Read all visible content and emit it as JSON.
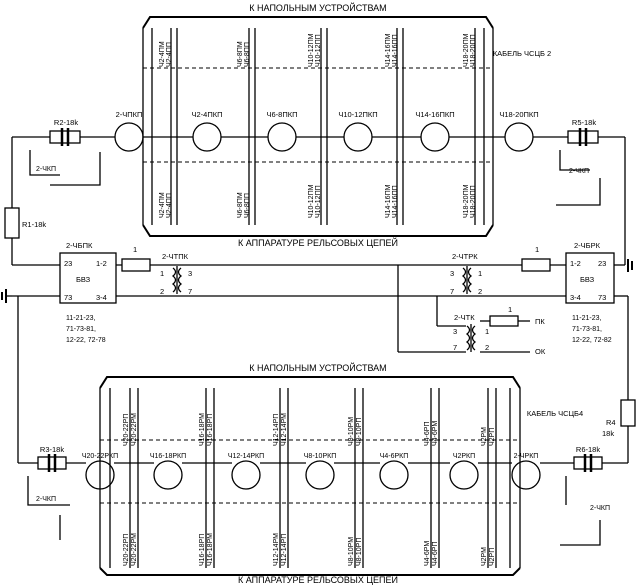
{
  "top_section": {
    "title": "К НАПОЛЬНЫМ УСТРОЙСТВАМ",
    "bottom_title": "К АППАРАТУРЕ РЕЛЬСОВЫХ ЦЕПЕЙ",
    "cable_label": "КАБЕЛЬ ЧСЦБ 2",
    "circles": [
      "2-ЧПКП",
      "Ч2-4ПКП",
      "Ч6-8ПКП",
      "Ч10-12ПКП",
      "Ч14-16ПКП",
      "Ч18-20ПКП"
    ],
    "top_leads": [
      [
        "Ч2-4ПМ",
        "Ч2-4ПП"
      ],
      [
        "Ч6-8ПМ",
        "Ч6-8ПП"
      ],
      [
        "Ч10-12ПМ",
        "Ч10-12ПП"
      ],
      [
        "Ч14-16ПМ",
        "Ч14-16ПП"
      ],
      [
        "Ч18-20ПМ",
        "Ч18-20ПП"
      ]
    ],
    "bottom_leads": [
      [
        "Ч2-4ПМ",
        "Ч2-4ПП"
      ],
      [
        "Ч6-8ПМ",
        "Ч6-8ПП"
      ],
      [
        "Ч10-12ПМ",
        "Ч10-12ПП"
      ],
      [
        "Ч14-16ПМ",
        "Ч14-16ПП"
      ],
      [
        "Ч18-20ПМ",
        "Ч18-20ПП"
      ]
    ]
  },
  "middle": {
    "r2": "R2-18k",
    "r5": "R5-18k",
    "r1": "R1-18k",
    "jumper_left": "2-ЧКП",
    "jumper_right": "2-ЧКП",
    "left_block_title": "2-ЧБПК",
    "right_block_title": "2-ЧБРК",
    "block_name": "БВЗ",
    "left_pins": [
      "23",
      "1-2",
      "73",
      "3-4"
    ],
    "right_pins": [
      "1-2",
      "23",
      "3-4",
      "73"
    ],
    "left_block_notes": [
      "11-21-23,",
      "71-73-81,",
      "12-22, 72-78"
    ],
    "right_block_notes": [
      "11-21-23,",
      "71-73-81,",
      "12-22, 72-82"
    ],
    "fuse_label": "1",
    "tr_left": {
      "name": "2-ЧТПК",
      "pins": [
        "1",
        "2",
        "3",
        "7"
      ]
    },
    "tr_right": {
      "name": "2-ЧТРК",
      "pins": [
        "3",
        "7",
        "1",
        "2"
      ]
    },
    "tr_mid": {
      "name": "2-ЧТК",
      "pins": [
        "3",
        "7",
        "1",
        "2"
      ]
    },
    "pk": "ПК",
    "ok": "ОК",
    "r4": "R4",
    "r4v": "18k",
    "cable2": "КАБЕЛЬ ЧСЦБ4"
  },
  "bottom_section": {
    "title": "К НАПОЛЬНЫМ УСТРОЙСТВАМ",
    "bottom_title": "К АППАРАТУРЕ РЕЛЬСОВЫХ ЦЕПЕЙ",
    "r3": "R3-18k",
    "r6": "R6-18k",
    "jumper_left": "2-ЧКП",
    "jumper_right": "2-ЧКП",
    "circles": [
      "Ч20-22РКП",
      "Ч16-18РКП",
      "Ч12-14РКП",
      "Ч8-10РКП",
      "Ч4-6РКП",
      "Ч2РКП",
      "2-ЧРКП"
    ],
    "top_leads": [
      [
        "Ч20-22РП",
        "Ч20-22РМ"
      ],
      [
        "Ч16-18РМ",
        "Ч16-18РП"
      ],
      [
        "Ч12-14РП",
        "Ч12-14РМ"
      ],
      [
        "Ч8-10РМ",
        "Ч8-10РП"
      ],
      [
        "Ч4-6РП",
        "Ч4-6РМ"
      ],
      [
        "Ч2РМ",
        "Ч2РП"
      ]
    ],
    "bottom_leads": [
      [
        "Ч20-22РП",
        "Ч20-22РМ"
      ],
      [
        "Ч16-18РП",
        "Ч16-18РМ"
      ],
      [
        "Ч12-14РМ",
        "Ч12-14РП"
      ],
      [
        "Ч8-10РМ",
        "Ч8-10РП"
      ],
      [
        "Ч4-6РМ",
        "Ч4-6РП"
      ],
      [
        "Ч2РМ",
        "Ч2РП"
      ]
    ]
  }
}
